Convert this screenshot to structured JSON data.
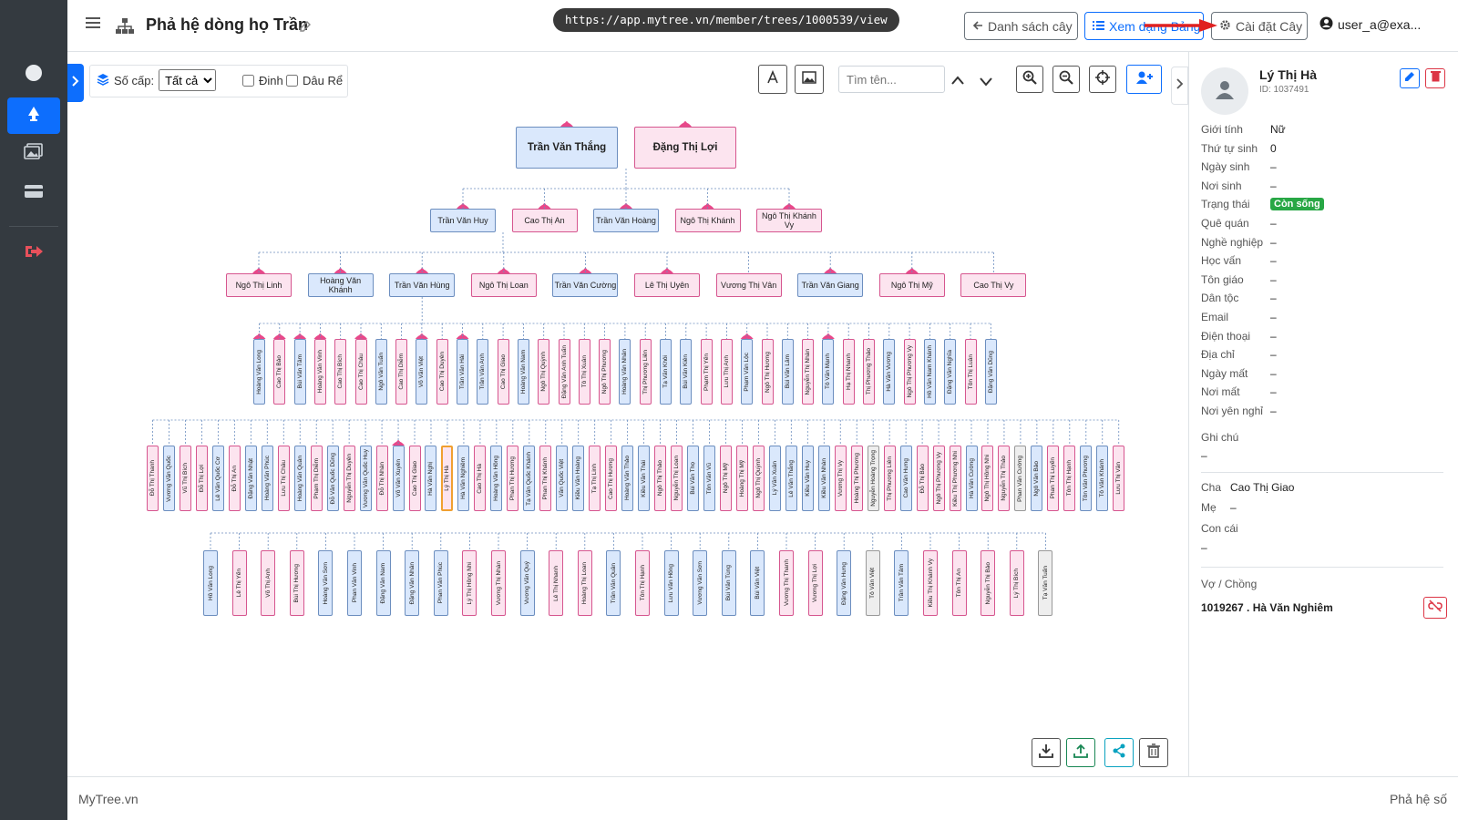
{
  "app": {
    "title": "Phả hệ dòng họ Trần",
    "url": "https://app.mytree.vn/member/trees/1000539/view",
    "footer_left": "MyTree.vn",
    "footer_right": "Phả hệ số"
  },
  "toolbar": {
    "list_label": "Danh sách cây",
    "view_label": "Xem dạng Bảng",
    "settings_label": "Cài đặt Cây",
    "user_label": "user_a@exa..."
  },
  "sidebar": {
    "items": [
      {
        "icon": "circle-icon"
      },
      {
        "icon": "tree-icon",
        "active": true
      },
      {
        "icon": "images-icon"
      },
      {
        "icon": "card-icon"
      },
      {
        "icon": "logout-icon"
      }
    ]
  },
  "filters": {
    "level_label": "Số cấp:",
    "level_value": "Tất cả",
    "level_options": [
      "Tất cả"
    ],
    "dinh_label": "Đinh",
    "daure_label": "Dâu Rể",
    "search_placeholder": "Tìm tên..."
  },
  "tree": {
    "gen0": [
      {
        "name": "Trần Văn Thắng",
        "g": "m"
      },
      {
        "name": "Đặng Thị Lợi",
        "g": "f"
      }
    ],
    "gen1": [
      {
        "name": "Trần Văn Huy",
        "g": "m"
      },
      {
        "name": "Cao Thị An",
        "g": "f"
      },
      {
        "name": "Trần Văn Hoàng",
        "g": "m"
      },
      {
        "name": "Ngô Thị Khánh",
        "g": "f"
      },
      {
        "name": "Ngô Thị Khánh Vy",
        "g": "f"
      }
    ],
    "gen2": [
      {
        "name": "Ngô Thị Linh",
        "g": "f"
      },
      {
        "name": "Hoàng Văn Khánh",
        "g": "m"
      },
      {
        "name": "Trần Văn Hùng",
        "g": "m"
      },
      {
        "name": "Ngô Thị Loan",
        "g": "f"
      },
      {
        "name": "Trần Văn Cường",
        "g": "m"
      },
      {
        "name": "Lê Thị Uyên",
        "g": "f"
      },
      {
        "name": "Vương Thị Vân",
        "g": "f"
      },
      {
        "name": "Trần Văn Giang",
        "g": "m"
      },
      {
        "name": "Ngô Thị Mỹ",
        "g": "f"
      },
      {
        "name": "Cao Thị Vy",
        "g": "f"
      }
    ],
    "gen3": [
      {
        "name": "Hoàng Văn Long",
        "g": "m"
      },
      {
        "name": "Cao Thị Bảo",
        "g": "f"
      },
      {
        "name": "Bùi Văn Tâm",
        "g": "m"
      },
      {
        "name": "Hoàng Văn Vinh",
        "g": "f"
      },
      {
        "name": "Cao Thị Bích",
        "g": "f"
      },
      {
        "name": "Cao Thị Châu",
        "g": "f"
      },
      {
        "name": "Ngô Văn Tuấn",
        "g": "m"
      },
      {
        "name": "Cao Thị Diễm",
        "g": "f"
      },
      {
        "name": "Võ Văn Việt",
        "g": "m"
      },
      {
        "name": "Cao Thị Duyên",
        "g": "f"
      },
      {
        "name": "Trần Văn Hải",
        "g": "m"
      },
      {
        "name": "Trần Văn Anh",
        "g": "m"
      },
      {
        "name": "Cao Thị Giao",
        "g": "f"
      },
      {
        "name": "Hoàng Văn Nam",
        "g": "m"
      },
      {
        "name": "Ngô Thị Quỳnh",
        "g": "f"
      },
      {
        "name": "Đặng Văn Anh Tuấn",
        "g": "f"
      },
      {
        "name": "Tô Thị Xuân",
        "g": "f"
      },
      {
        "name": "Ngô Thị Phương",
        "g": "f"
      },
      {
        "name": "Hoàng Văn Nhân",
        "g": "m"
      },
      {
        "name": "Thị Phương Liên",
        "g": "f"
      },
      {
        "name": "Tạ Văn Khôi",
        "g": "m"
      },
      {
        "name": "Bùi Văn Kiên",
        "g": "m"
      },
      {
        "name": "Phạm Thị Yến",
        "g": "f"
      },
      {
        "name": "Lưu Thị Anh",
        "g": "f"
      },
      {
        "name": "Phạm Văn Lộc",
        "g": "m"
      },
      {
        "name": "Ngô Thị Hương",
        "g": "f"
      },
      {
        "name": "Bùi Văn Lâm",
        "g": "m"
      },
      {
        "name": "Nguyễn Thị Nhàn",
        "g": "f"
      },
      {
        "name": "Tô Văn Mạnh",
        "g": "m"
      },
      {
        "name": "Hạ Thị Nhanh",
        "g": "f"
      },
      {
        "name": "Thị Phương Thảo",
        "g": "f"
      },
      {
        "name": "Hà Văn Vương",
        "g": "m"
      },
      {
        "name": "Ngô Thị Phương Vy",
        "g": "f"
      },
      {
        "name": "Hồ Văn Nam Khánh",
        "g": "m"
      },
      {
        "name": "Đặng Văn Nghĩa",
        "g": "m"
      },
      {
        "name": "Tôn Thị Luân",
        "g": "f"
      },
      {
        "name": "Đặng Văn Dũng",
        "g": "m"
      }
    ],
    "gen4": [
      {
        "name": "Đỗ Thị Thanh",
        "g": "f"
      },
      {
        "name": "Vương Văn Quốc",
        "g": "m"
      },
      {
        "name": "Vũ Thị Bích",
        "g": "f"
      },
      {
        "name": "Đỗ Thị Lợi",
        "g": "f"
      },
      {
        "name": "Lê Văn Quốc Cơ",
        "g": "m"
      },
      {
        "name": "Đỗ Thị An",
        "g": "f"
      },
      {
        "name": "Đặng Văn Nhật",
        "g": "m"
      },
      {
        "name": "Hoàng Văn Phúc",
        "g": "m"
      },
      {
        "name": "Lưu Thị Châu",
        "g": "f"
      },
      {
        "name": "Hoàng Văn Quân",
        "g": "m"
      },
      {
        "name": "Phạm Thị Diễm",
        "g": "f"
      },
      {
        "name": "Đỗ Văn Quốc Dũng",
        "g": "m"
      },
      {
        "name": "Nguyễn Thị Duyên",
        "g": "f"
      },
      {
        "name": "Vương Văn Quốc Huy",
        "g": "m"
      },
      {
        "name": "Đỗ Thị Nhàn",
        "g": "f"
      },
      {
        "name": "Võ Văn Xuyên",
        "g": "m"
      },
      {
        "name": "Cao Thị Giao",
        "g": "f"
      },
      {
        "name": "Hà Văn Nghị",
        "g": "m"
      },
      {
        "name": "Lý Thị Hà",
        "g": "f",
        "sel": true
      },
      {
        "name": "Hà Văn Nghiêm",
        "g": "m"
      },
      {
        "name": "Cao Thị Hà",
        "g": "f"
      },
      {
        "name": "Hoàng Văn Hồng",
        "g": "m"
      },
      {
        "name": "Phan Thị Hương",
        "g": "f"
      },
      {
        "name": "Tạ Văn Quốc Khánh",
        "g": "m"
      },
      {
        "name": "Phan Thị Khánh",
        "g": "f"
      },
      {
        "name": "Văn Quốc Việt",
        "g": "m"
      },
      {
        "name": "Kiều Văn Hoàng",
        "g": "m"
      },
      {
        "name": "Tạ Thị Linh",
        "g": "f"
      },
      {
        "name": "Cao Thị Hương",
        "g": "f"
      },
      {
        "name": "Hoàng Văn Thảo",
        "g": "m"
      },
      {
        "name": "Kiều Văn Thái",
        "g": "m"
      },
      {
        "name": "Ngô Thị Thảo",
        "g": "f"
      },
      {
        "name": "Nguyễn Thị Loan",
        "g": "f"
      },
      {
        "name": "Bùi Văn Thọ",
        "g": "m"
      },
      {
        "name": "Tôn Văn Vũ",
        "g": "m"
      },
      {
        "name": "Ngô Thị Mỹ",
        "g": "f"
      },
      {
        "name": "Hoàng Thị Mỹ",
        "g": "f"
      },
      {
        "name": "Ngô Thị Quỳnh",
        "g": "f"
      },
      {
        "name": "Lý Văn Xuân",
        "g": "m"
      },
      {
        "name": "Lê Văn Thắng",
        "g": "m"
      },
      {
        "name": "Kiều Văn Huy",
        "g": "m"
      },
      {
        "name": "Kiều Văn Nhàn",
        "g": "m"
      },
      {
        "name": "Vương Thị Vy",
        "g": "f"
      },
      {
        "name": "Hoàng Thị Phương",
        "g": "f"
      },
      {
        "name": "Nguyễn Hoàng Trọng",
        "g": "u"
      },
      {
        "name": "Thị Phương Liên",
        "g": "f"
      },
      {
        "name": "Cao Văn Hưng",
        "g": "m"
      },
      {
        "name": "Đỗ Thị Bảo",
        "g": "f"
      },
      {
        "name": "Ngô Thị Phương Vy",
        "g": "f"
      },
      {
        "name": "Kiều Thị Phương Nhi",
        "g": "f"
      },
      {
        "name": "Hà Văn Cường",
        "g": "m"
      },
      {
        "name": "Ngô Thị Hồng Nhi",
        "g": "f"
      },
      {
        "name": "Nguyễn Thị Thảo",
        "g": "f"
      },
      {
        "name": "Phan Văn Cường",
        "g": "u"
      },
      {
        "name": "Ngô Văn Bảo",
        "g": "m"
      },
      {
        "name": "Phan Thị Luyến",
        "g": "f"
      },
      {
        "name": "Tôn Thị Hạnh",
        "g": "f"
      },
      {
        "name": "Tôn Văn Phương",
        "g": "m"
      },
      {
        "name": "Tô Văn Khánh",
        "g": "m"
      },
      {
        "name": "Lưu Thị Vân",
        "g": "f"
      }
    ],
    "gen5": [
      {
        "name": "Hồ Văn Long",
        "g": "m"
      },
      {
        "name": "Lê Thị Yến",
        "g": "f"
      },
      {
        "name": "Võ Thị Anh",
        "g": "f"
      },
      {
        "name": "Bùi Thị Hương",
        "g": "f"
      },
      {
        "name": "Hoàng Văn Sơn",
        "g": "m"
      },
      {
        "name": "Phan Văn Vinh",
        "g": "m"
      },
      {
        "name": "Đặng Văn Nam",
        "g": "m"
      },
      {
        "name": "Đặng Văn Nhân",
        "g": "m"
      },
      {
        "name": "Phan Văn Phúc",
        "g": "m"
      },
      {
        "name": "Lý Thị Hồng Nhi",
        "g": "f"
      },
      {
        "name": "Vương Thị Nhàn",
        "g": "f"
      },
      {
        "name": "Vương Văn Quý",
        "g": "m"
      },
      {
        "name": "Lê Thị Nhanh",
        "g": "f"
      },
      {
        "name": "Hoàng Thị Loan",
        "g": "f"
      },
      {
        "name": "Trần Văn Quân",
        "g": "m"
      },
      {
        "name": "Tôn Thị Hạnh",
        "g": "f"
      },
      {
        "name": "Lưu Văn Hồng",
        "g": "m"
      },
      {
        "name": "Vương Văn Sơn",
        "g": "m"
      },
      {
        "name": "Bùi Văn Tùng",
        "g": "m"
      },
      {
        "name": "Bùi Văn Việt",
        "g": "m"
      },
      {
        "name": "Vương Thị Thanh",
        "g": "f"
      },
      {
        "name": "Vương Thị Lợi",
        "g": "f"
      },
      {
        "name": "Đặng Văn Hưng",
        "g": "m"
      },
      {
        "name": "Tô Văn Việt",
        "g": "u"
      },
      {
        "name": "Trần Văn Tâm",
        "g": "m"
      },
      {
        "name": "Kiều Thị Khánh Vy",
        "g": "f"
      },
      {
        "name": "Tôn Thị An",
        "g": "f"
      },
      {
        "name": "Nguyễn Thị Bảo",
        "g": "f"
      },
      {
        "name": "Lý Thị Bích",
        "g": "f"
      },
      {
        "name": "Tạ Văn Tuấn",
        "g": "u"
      }
    ]
  },
  "detail": {
    "name": "Lý Thị Hà",
    "id": "ID: 1037491",
    "fields": [
      {
        "label": "Giới tính",
        "value": "Nữ"
      },
      {
        "label": "Thứ tự sinh",
        "value": "0"
      },
      {
        "label": "Ngày sinh",
        "value": "–"
      },
      {
        "label": "Nơi sinh",
        "value": "–"
      },
      {
        "label": "Trạng thái",
        "value": "Còn sống",
        "badge": true
      },
      {
        "label": "Quê quán",
        "value": "–"
      },
      {
        "label": "Nghề nghiệp",
        "value": "–"
      },
      {
        "label": "Học vấn",
        "value": "–"
      },
      {
        "label": "Tôn giáo",
        "value": "–"
      },
      {
        "label": "Dân tộc",
        "value": "–"
      },
      {
        "label": "Email",
        "value": "–"
      },
      {
        "label": "Điện thoại",
        "value": "–"
      },
      {
        "label": "Địa chỉ",
        "value": "–"
      },
      {
        "label": "Ngày mất",
        "value": "–"
      },
      {
        "label": "Nơi mất",
        "value": "–"
      },
      {
        "label": "Nơi yên nghỉ",
        "value": "–"
      }
    ],
    "note_label": "Ghi chú",
    "note_value": "–",
    "father_label": "Cha",
    "father_value": "Cao Thị Giao",
    "mother_label": "Mẹ",
    "mother_value": "–",
    "children_label": "Con cái",
    "children_value": "–",
    "spouse_label": "Vợ / Chồng",
    "spouse_value": "1019267 . Hà Văn Nghiêm"
  },
  "colors": {
    "male_fill": "#dae8fc",
    "male_border": "#6c8ebf",
    "female_fill": "#fce4ef",
    "female_border": "#d6568f",
    "unknown_fill": "#eeeeee",
    "primary": "#0d6efd",
    "sidebar": "#343a40",
    "alive_badge": "#28a745",
    "danger": "#dc3545",
    "arrow": "#e02020"
  }
}
